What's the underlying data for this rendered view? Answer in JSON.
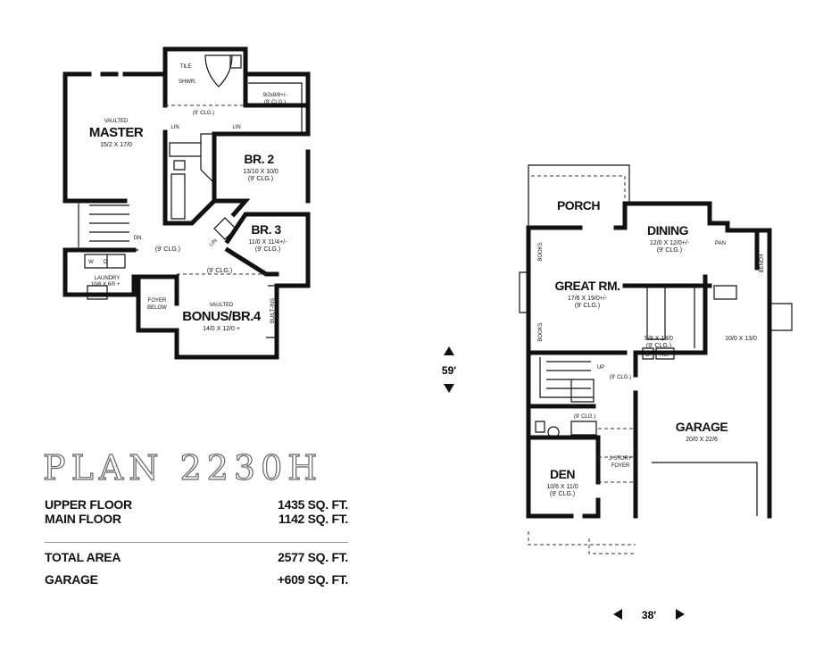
{
  "title": "PLAN 2230H",
  "stats": [
    {
      "label": "UPPER FLOOR",
      "value": "1435 SQ. FT."
    },
    {
      "label": "MAIN FLOOR",
      "value": "1142 SQ. FT."
    },
    {
      "label": "TOTAL AREA",
      "value": "2577 SQ. FT."
    },
    {
      "label": "GARAGE",
      "value": "+609 SQ. FT."
    }
  ],
  "dimensions": {
    "depth": "59'",
    "width": "38'"
  },
  "upper_floor": {
    "master": {
      "note": "VAULTED",
      "name": "MASTER",
      "size": "15/2 X 17/0"
    },
    "tile": "TILE",
    "shower": "SHWR.",
    "bath_ceiling": "(9' CLG.)",
    "closet": {
      "size": "9/2x8/8+/-",
      "ceiling": "(9' CLG.)"
    },
    "lin1": "LIN",
    "lin2": "LIN",
    "lin3": "LIN",
    "br2": {
      "name": "BR. 2",
      "size": "13/10 X 10/0",
      "ceiling": "(9' CLG.)"
    },
    "br3": {
      "name": "BR. 3",
      "size": "11/0 X 11/4+/-",
      "ceiling": "(9' CLG.)"
    },
    "hall_ceiling": "(9' CLG.)",
    "hall2_ceiling": "(9' CLG.)",
    "stair": "DN.",
    "laundry": {
      "w": "W",
      "d": "D",
      "name": "LAUNDRY",
      "size": "10/6 X 6/0 +"
    },
    "foyer_below": [
      "FOYER",
      "BELOW"
    ],
    "bonus": {
      "note": "VAULTED",
      "name": "BONUS/BR.4",
      "size": "14/0 X 12/0 +"
    },
    "builtins": "BUILT-INS"
  },
  "main_floor": {
    "porch": "PORCH",
    "dining": {
      "name": "DINING",
      "size": "12/0 X 12/0+/-",
      "ceiling": "(9' CLG.)"
    },
    "pan": "PAN",
    "bench": "BENCH",
    "books1": "BOOKS",
    "books2": "BOOKS",
    "great": {
      "name": "GREAT RM.",
      "size": "17/6 X 19/0+/-",
      "ceiling": "(9' CLG.)"
    },
    "kitchen": {
      "size": "9/8 X 13/0",
      "ceiling": "(9' CLG.)"
    },
    "o": "O.",
    "ref": "REF",
    "utility": "10/0 X 13/0",
    "stair": "UP",
    "hall_ceiling": "(9' CLG.)",
    "bath_ceiling": "(9' CLG.)",
    "garage": {
      "name": "GARAGE",
      "size": "20/0 X 22/6"
    },
    "foyer": [
      "2-STORY",
      "FOYER"
    ],
    "den": {
      "name": "DEN",
      "size": "10/6 X 11/0",
      "ceiling": "(9' CLG.)"
    }
  }
}
